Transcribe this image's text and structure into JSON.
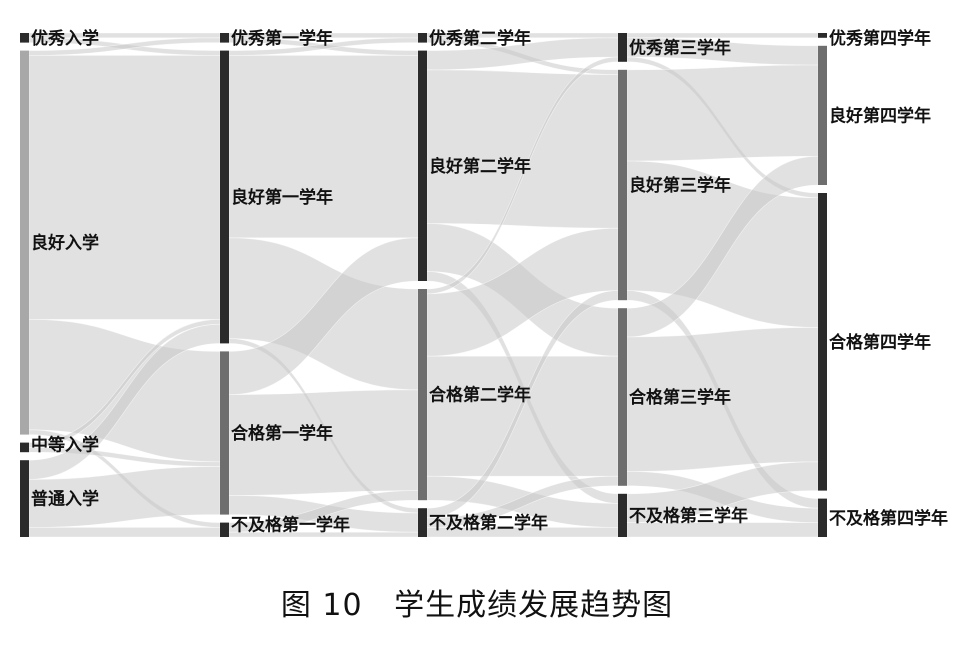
{
  "figure": {
    "caption_number": "图 10",
    "caption_title": "学生成绩发展趋势图"
  },
  "colors": {
    "background": "#ffffff",
    "node_dark": "#2b2b2b",
    "node_mid": "#6e6e6e",
    "node_light": "#a8a8a8",
    "link": "#c8c8c8",
    "text": "#111111"
  },
  "stages": [
    {
      "nodes": [
        {
          "id": "s0_excellent",
          "label": "优秀入学",
          "value": 2,
          "shade": "node_dark"
        },
        {
          "id": "s0_good",
          "label": "良好入学",
          "value": 80,
          "shade": "node_light"
        },
        {
          "id": "s0_medium",
          "label": "中等入学",
          "value": 2,
          "shade": "node_dark"
        },
        {
          "id": "s0_ordinary",
          "label": "普通入学",
          "value": 16,
          "shade": "node_dark"
        }
      ]
    },
    {
      "nodes": [
        {
          "id": "s1_excellent",
          "label": "优秀第一学年",
          "value": 2,
          "shade": "node_dark"
        },
        {
          "id": "s1_good",
          "label": "良好第一学年",
          "value": 61,
          "shade": "node_dark"
        },
        {
          "id": "s1_pass",
          "label": "合格第一学年",
          "value": 34,
          "shade": "node_mid"
        },
        {
          "id": "s1_fail",
          "label": "不及格第一学年",
          "value": 3,
          "shade": "node_dark"
        }
      ]
    },
    {
      "nodes": [
        {
          "id": "s2_excellent",
          "label": "优秀第二学年",
          "value": 2,
          "shade": "node_dark"
        },
        {
          "id": "s2_good",
          "label": "良好第二学年",
          "value": 48,
          "shade": "node_dark"
        },
        {
          "id": "s2_pass",
          "label": "合格第二学年",
          "value": 44,
          "shade": "node_mid"
        },
        {
          "id": "s2_fail",
          "label": "不及格第二学年",
          "value": 6,
          "shade": "node_dark"
        }
      ]
    },
    {
      "nodes": [
        {
          "id": "s3_excellent",
          "label": "优秀第三学年",
          "value": 6,
          "shade": "node_dark"
        },
        {
          "id": "s3_good",
          "label": "良好第三学年",
          "value": 48,
          "shade": "node_mid"
        },
        {
          "id": "s3_pass",
          "label": "合格第三学年",
          "value": 37,
          "shade": "node_mid"
        },
        {
          "id": "s3_fail",
          "label": "不及格第三学年",
          "value": 9,
          "shade": "node_dark"
        }
      ]
    },
    {
      "nodes": [
        {
          "id": "s4_excellent",
          "label": "优秀第四学年",
          "value": 1,
          "shade": "node_dark"
        },
        {
          "id": "s4_good",
          "label": "良好第四学年",
          "value": 29,
          "shade": "node_mid"
        },
        {
          "id": "s4_pass",
          "label": "合格第四学年",
          "value": 62,
          "shade": "node_dark"
        },
        {
          "id": "s4_fail",
          "label": "不及格第四学年",
          "value": 8,
          "shade": "node_dark"
        }
      ]
    }
  ],
  "links": [
    {
      "source": "s0_excellent",
      "target": "s1_excellent",
      "value": 1
    },
    {
      "source": "s0_excellent",
      "target": "s1_good",
      "value": 1
    },
    {
      "source": "s0_good",
      "target": "s1_excellent",
      "value": 1
    },
    {
      "source": "s0_good",
      "target": "s1_good",
      "value": 55
    },
    {
      "source": "s0_good",
      "target": "s1_pass",
      "value": 23
    },
    {
      "source": "s0_good",
      "target": "s1_fail",
      "value": 1
    },
    {
      "source": "s0_medium",
      "target": "s1_good",
      "value": 1
    },
    {
      "source": "s0_medium",
      "target": "s1_pass",
      "value": 1
    },
    {
      "source": "s0_ordinary",
      "target": "s1_good",
      "value": 4
    },
    {
      "source": "s0_ordinary",
      "target": "s1_pass",
      "value": 10
    },
    {
      "source": "s0_ordinary",
      "target": "s1_fail",
      "value": 2
    },
    {
      "source": "s1_excellent",
      "target": "s2_excellent",
      "value": 1
    },
    {
      "source": "s1_excellent",
      "target": "s2_good",
      "value": 1
    },
    {
      "source": "s1_good",
      "target": "s2_excellent",
      "value": 1
    },
    {
      "source": "s1_good",
      "target": "s2_good",
      "value": 38
    },
    {
      "source": "s1_good",
      "target": "s2_pass",
      "value": 21
    },
    {
      "source": "s1_good",
      "target": "s2_fail",
      "value": 1
    },
    {
      "source": "s1_pass",
      "target": "s2_good",
      "value": 9
    },
    {
      "source": "s1_pass",
      "target": "s2_pass",
      "value": 21
    },
    {
      "source": "s1_pass",
      "target": "s2_fail",
      "value": 4
    },
    {
      "source": "s1_fail",
      "target": "s2_pass",
      "value": 2
    },
    {
      "source": "s1_fail",
      "target": "s2_fail",
      "value": 1
    },
    {
      "source": "s2_excellent",
      "target": "s3_excellent",
      "value": 1
    },
    {
      "source": "s2_excellent",
      "target": "s3_good",
      "value": 1
    },
    {
      "source": "s2_good",
      "target": "s3_excellent",
      "value": 4
    },
    {
      "source": "s2_good",
      "target": "s3_good",
      "value": 32
    },
    {
      "source": "s2_good",
      "target": "s3_pass",
      "value": 10
    },
    {
      "source": "s2_good",
      "target": "s3_fail",
      "value": 2
    },
    {
      "source": "s2_pass",
      "target": "s3_excellent",
      "value": 1
    },
    {
      "source": "s2_pass",
      "target": "s3_good",
      "value": 13
    },
    {
      "source": "s2_pass",
      "target": "s3_pass",
      "value": 25
    },
    {
      "source": "s2_pass",
      "target": "s3_fail",
      "value": 5
    },
    {
      "source": "s2_fail",
      "target": "s3_good",
      "value": 2
    },
    {
      "source": "s2_fail",
      "target": "s3_pass",
      "value": 2
    },
    {
      "source": "s2_fail",
      "target": "s3_fail",
      "value": 2
    },
    {
      "source": "s3_excellent",
      "target": "s4_excellent",
      "value": 1
    },
    {
      "source": "s3_excellent",
      "target": "s4_good",
      "value": 4
    },
    {
      "source": "s3_excellent",
      "target": "s4_pass",
      "value": 1
    },
    {
      "source": "s3_good",
      "target": "s4_good",
      "value": 19
    },
    {
      "source": "s3_good",
      "target": "s4_pass",
      "value": 27
    },
    {
      "source": "s3_good",
      "target": "s4_fail",
      "value": 2
    },
    {
      "source": "s3_pass",
      "target": "s4_good",
      "value": 6
    },
    {
      "source": "s3_pass",
      "target": "s4_pass",
      "value": 28
    },
    {
      "source": "s3_pass",
      "target": "s4_fail",
      "value": 3
    },
    {
      "source": "s3_fail",
      "target": "s4_pass",
      "value": 6
    },
    {
      "source": "s3_fail",
      "target": "s4_fail",
      "value": 3
    }
  ]
}
